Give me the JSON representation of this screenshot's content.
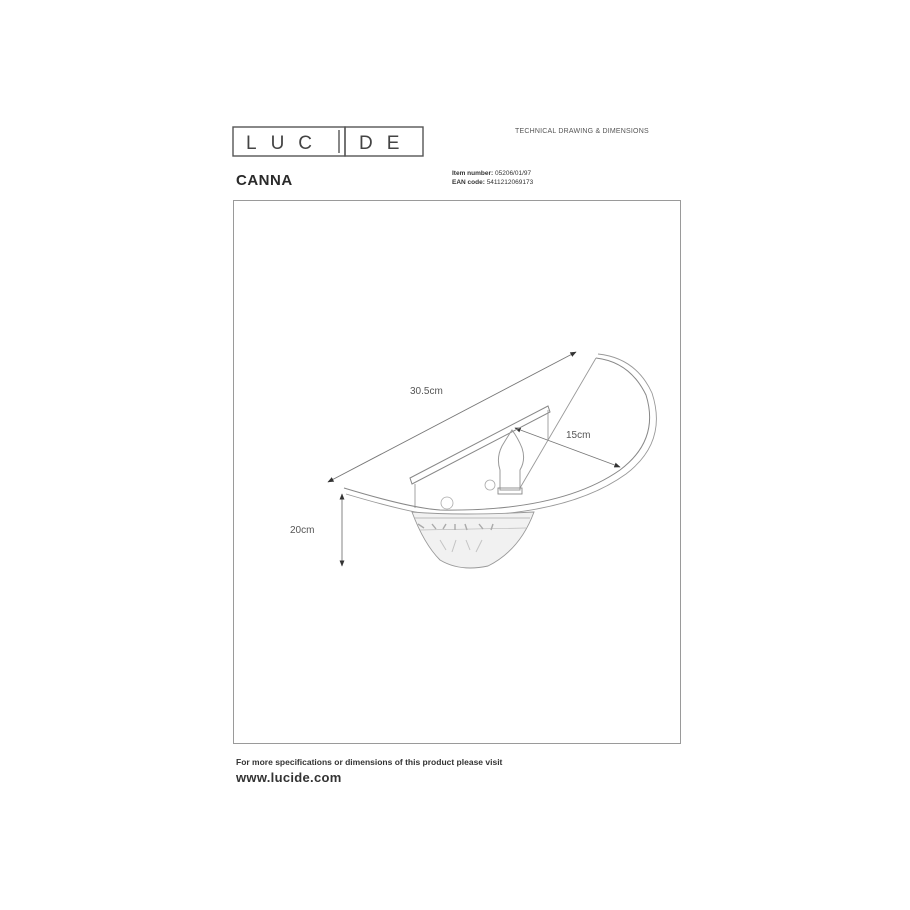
{
  "header": {
    "brand_logo_text": "LUCIDE",
    "doc_type": "Technical drawing & dimensions",
    "product_name": "CANNA",
    "item_number_label": "Item number:",
    "item_number_value": "05206/01/97",
    "ean_label": "EAN code:",
    "ean_value": "5411212069173"
  },
  "drawing": {
    "dimensions": {
      "length": "30.5cm",
      "depth": "15cm",
      "height": "20cm"
    },
    "colors": {
      "line": "#888888",
      "dimension_line": "#666666",
      "frame": "#9a9a9a"
    }
  },
  "footer": {
    "note": "For more specifications or dimensions of this product please visit",
    "url": "www.lucide.com"
  }
}
